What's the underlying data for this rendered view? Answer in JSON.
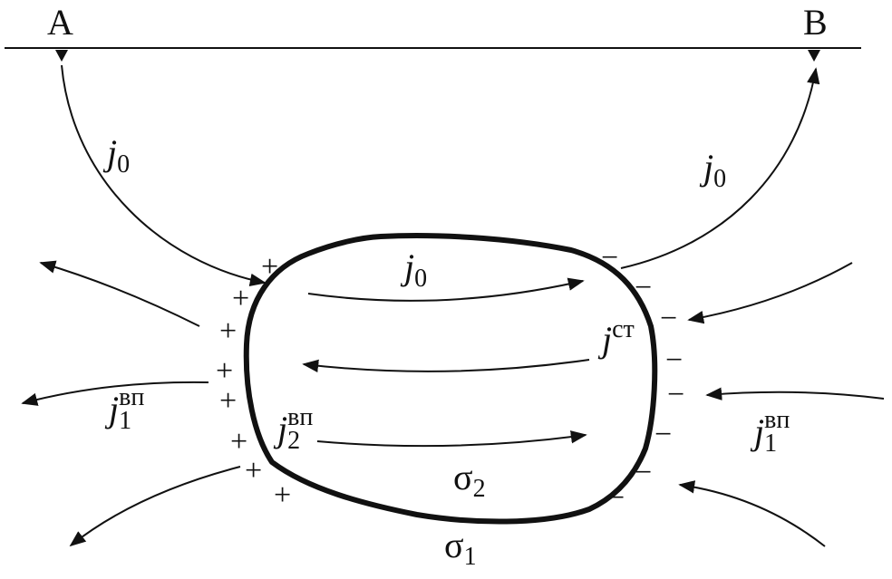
{
  "electrodes": {
    "a": "A",
    "b": "B"
  },
  "labels": {
    "j": "j",
    "sub0": "0",
    "sub1": "1",
    "sub2": "2",
    "sup_st": "ст",
    "sup_vp": "вп",
    "sigma": "σ"
  },
  "signs": {
    "plus": "+",
    "minus": "−"
  }
}
